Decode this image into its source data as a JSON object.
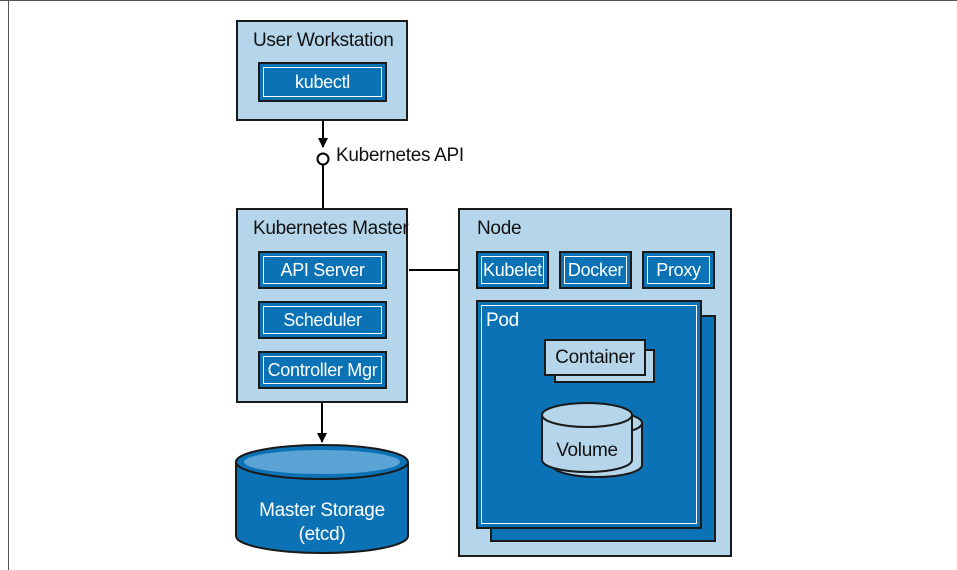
{
  "workstation": {
    "title": "User Workstation",
    "kubectl": "kubectl"
  },
  "api_label": "Kubernetes API",
  "master": {
    "title": "Kubernetes Master",
    "components": [
      "API Server",
      "Scheduler",
      "Controller Mgr"
    ]
  },
  "storage": {
    "line1": "Master Storage",
    "line2": "(etcd)"
  },
  "node": {
    "title": "Node",
    "components": [
      "Kubelet",
      "Docker",
      "Proxy"
    ],
    "pod": {
      "title": "Pod",
      "container": "Container",
      "volume": "Volume"
    }
  },
  "colors": {
    "dark_blue": "#0b72b5",
    "light_blue": "#b5d6ea",
    "outline": "#1a1a1a"
  }
}
